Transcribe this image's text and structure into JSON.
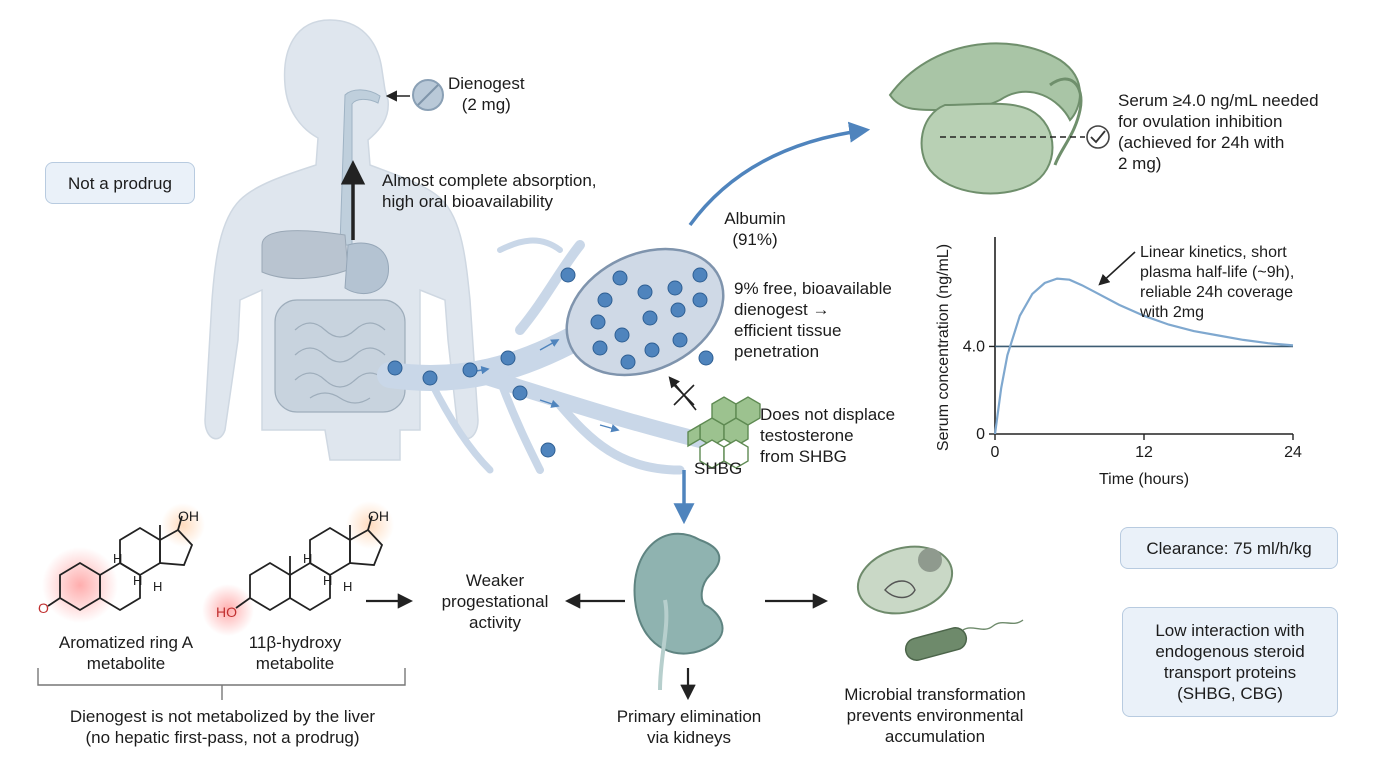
{
  "drug": {
    "name": "Dienogest",
    "dose": "(2 mg)"
  },
  "not_prodrug": "Not a prodrug",
  "absorption": {
    "line1": "Almost complete absorption,",
    "line2": "high oral bioavailability"
  },
  "albumin": {
    "line1": "Albumin",
    "line2": "(91%)"
  },
  "free_fraction": {
    "line1": "9% free, bioavailable",
    "line2": "dienogest →",
    "line3": "efficient tissue",
    "line4": "penetration"
  },
  "shbg": {
    "label": "SHBG",
    "line1": "Does not displace",
    "line2": "testosterone",
    "line3": "from SHBG"
  },
  "ovulation": {
    "line1": "Serum ≥4.0 ng/mL needed",
    "line2": "for ovulation inhibition",
    "line3": "(achieved for 24h with",
    "line4": "2 mg)"
  },
  "kinetics_note": {
    "line1": "Linear kinetics, short",
    "line2": "plasma half-life (~9h),",
    "line3": "reliable 24h coverage",
    "line4": "with 2mg"
  },
  "chart_data": {
    "type": "line",
    "xlabel": "Time (hours)",
    "ylabel": "Serum concentration (ng/mL)",
    "x_ticks": [
      "0",
      "12",
      "24"
    ],
    "y_ticks": [
      "0",
      "4.0"
    ],
    "xlim": [
      0,
      24
    ],
    "threshold": 4.0,
    "series": [
      {
        "x": [
          0,
          0.5,
          1,
          2,
          3,
          4,
          5,
          6,
          7,
          8,
          10,
          12,
          14,
          16,
          18,
          20,
          22,
          24
        ],
        "y": [
          0,
          2.1,
          3.6,
          5.4,
          6.4,
          6.9,
          7.1,
          7.05,
          6.8,
          6.5,
          5.9,
          5.4,
          5.0,
          4.7,
          4.5,
          4.3,
          4.15,
          4.05
        ]
      }
    ],
    "ylim": [
      0,
      9
    ]
  },
  "metabolites": {
    "ring_a": {
      "line1": "Aromatized ring A",
      "line2": "metabolite"
    },
    "hydroxy": {
      "line1": "11β-hydroxy",
      "line2": "metabolite"
    },
    "oh": "OH",
    "h": "H",
    "o": "O",
    "ho": "HO",
    "liver_note": {
      "line1": "Dienogest is not metabolized by the liver",
      "line2": "(no hepatic first-pass, not a prodrug)"
    }
  },
  "weaker": {
    "line1": "Weaker",
    "line2": "progestational",
    "line3": "activity"
  },
  "kidney": {
    "line1": "Primary elimination",
    "line2": "via kidneys"
  },
  "microbial": {
    "line1": "Microbial transformation",
    "line2": "prevents environmental",
    "line3": "accumulation"
  },
  "clearance": "Clearance: 75 ml/h/kg",
  "low_interaction": {
    "line1": "Low interaction with",
    "line2": "endogenous steroid",
    "line3": "transport proteins",
    "line4": "(SHBG, CBG)"
  },
  "colors": {
    "accent": "#5b8fc4",
    "body": "#dde4ec",
    "ovary": "#8fb08f",
    "kidney": "#7fa3a0"
  }
}
